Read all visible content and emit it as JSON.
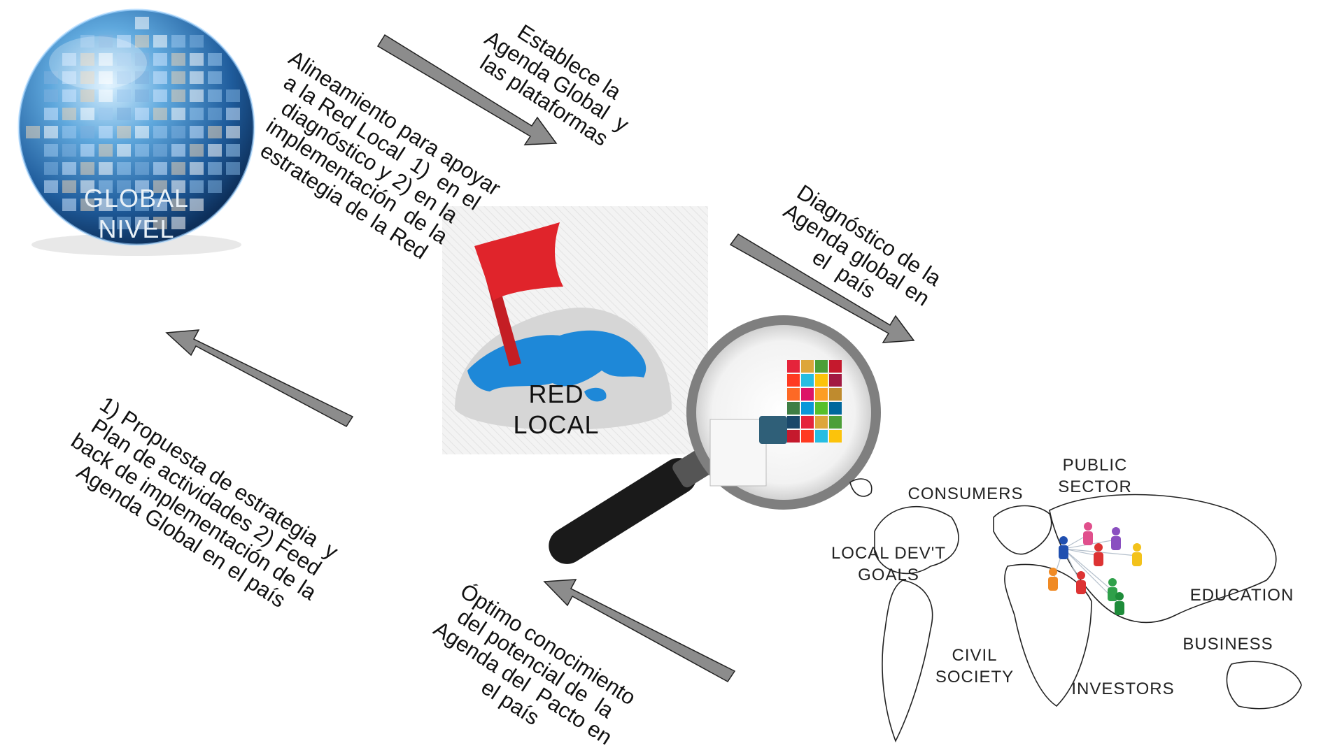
{
  "nodes": {
    "global": {
      "line1": "GLOBAL",
      "line2": "NIVEL"
    },
    "red_local": {
      "line1": "RED",
      "line2": "LOCAL"
    }
  },
  "arrow_texts": {
    "establece": "Establece la\nAgenda Global  y\nlas plataformas",
    "alineamiento": "Alineamiento para apoyar\na la Red Local  1)  en el\ndiagnóstico y 2) en la\nimplementación  de la\nestrategia de la Red",
    "diagnostico": "Diagnóstico de la\nAgenda global en\nel  país",
    "propuesta": "1) Propuesta de estrategia  y\nPlan de actividades 2) Feed\nback de implementación de la\nAgenda Global en el país",
    "optimo": "Óptimo conocimiento\ndel potencial de  la\nAgenda del  Pacto en\nel país"
  },
  "stakeholders": {
    "public_sector": "PUBLIC\nSECTOR",
    "consumers": "CONSUMERS",
    "local_dev_goals": "LOCAL DEV'T\nGOALS",
    "education": "EDUCATION",
    "business": "BUSINESS",
    "civil_society": "CIVIL\nSOCIETY",
    "investors": "INVESTORS"
  },
  "colors": {
    "arrow_fill": "#8c8c8c",
    "arrow_stroke": "#222222",
    "flag": "#e0242b",
    "land": "#1e88d8",
    "globe_ocean": "#2b6fb3",
    "magnifier_handle": "#1a1a1a"
  },
  "icons": [
    "globe-image",
    "flag-icon",
    "magnifying-glass-icon",
    "world-map",
    "people-network-icon",
    "sdg-grid-icon"
  ]
}
